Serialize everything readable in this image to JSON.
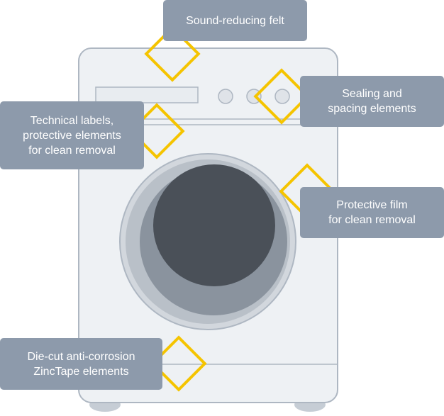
{
  "callouts": {
    "felt": {
      "lines": [
        "Sound-reducing felt"
      ]
    },
    "seal": {
      "lines": [
        "Sealing and",
        "spacing elements"
      ]
    },
    "labels": {
      "lines": [
        "Technical labels,",
        "protective elements",
        "for clean removal"
      ]
    },
    "film": {
      "lines": [
        "Protective film",
        "for clean removal"
      ]
    },
    "zinc": {
      "lines": [
        "Die-cut anti-corrosion",
        "ZincTape elements"
      ]
    }
  },
  "colors": {
    "callout_bg": "#8d9aab",
    "callout_text": "#ffffff",
    "marker": "#f5c400",
    "machine_body": "#eef1f4",
    "machine_outline": "#aeb7c2",
    "door_ring": "#9aa3ad",
    "door_glass": "#4a5058"
  }
}
